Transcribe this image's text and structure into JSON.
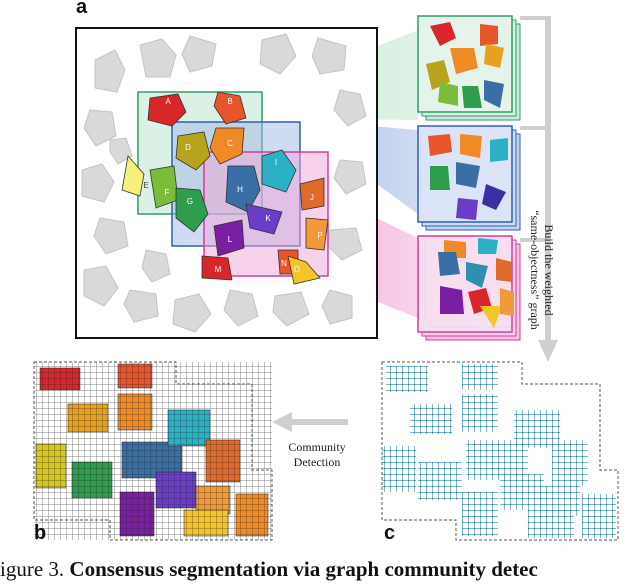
{
  "panels": {
    "a": "a",
    "b": "b",
    "c": "c"
  },
  "labels": {
    "build_graph_line1": "Build the weighted",
    "build_graph_line2": "“same-objectness” graph",
    "community_line1": "Community",
    "community_line2": "Detection"
  },
  "caption": {
    "prefix": "igure 3.",
    "bold": "Consensus segmentation via graph community detec"
  },
  "objects": {
    "letters": [
      "A",
      "B",
      "C",
      "D",
      "E",
      "F",
      "G",
      "H",
      "I",
      "J",
      "K",
      "L",
      "M",
      "N",
      "O",
      "P"
    ]
  },
  "colors": {
    "green_box": "#2e9d6a",
    "blue_box": "#2f5fb3",
    "pink_box": "#d63aa0",
    "arrow_grey": "#cfcfcf",
    "grid_blue": "#2b84a8"
  }
}
